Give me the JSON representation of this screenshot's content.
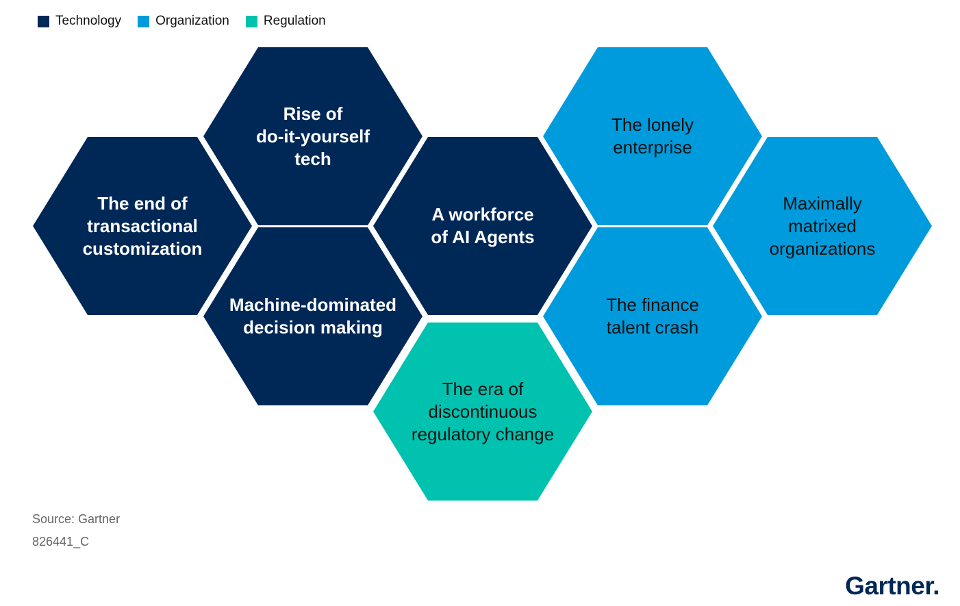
{
  "legend": [
    {
      "label": "Technology",
      "color": "#002856"
    },
    {
      "label": "Organization",
      "color": "#009bdc"
    },
    {
      "label": "Regulation",
      "color": "#00c2af"
    }
  ],
  "hexagons": [
    {
      "id": "end-of-transactional-customization",
      "label": "The end of\ntransactional\ncustomization",
      "category": "technology"
    },
    {
      "id": "rise-of-diy-tech",
      "label": "Rise of\ndo-it-yourself\ntech",
      "category": "technology"
    },
    {
      "id": "machine-dominated-decision-making",
      "label": "Machine-dominated\ndecision making",
      "category": "technology"
    },
    {
      "id": "workforce-of-ai-agents",
      "label": "A workforce\nof AI Agents",
      "category": "technology"
    },
    {
      "id": "era-of-discontinuous-regulatory-change",
      "label": "The era of\ndiscontinuous\nregulatory change",
      "category": "regulation"
    },
    {
      "id": "lonely-enterprise",
      "label": "The lonely\nenterprise",
      "category": "organization"
    },
    {
      "id": "finance-talent-crash",
      "label": "The finance\ntalent crash",
      "category": "organization"
    },
    {
      "id": "maximally-matrixed-organizations",
      "label": "Maximally\nmatrixed\norganizations",
      "category": "organization"
    }
  ],
  "footer": {
    "source": "Source: Gartner",
    "code": "826441_C",
    "brand": "Gartner."
  }
}
